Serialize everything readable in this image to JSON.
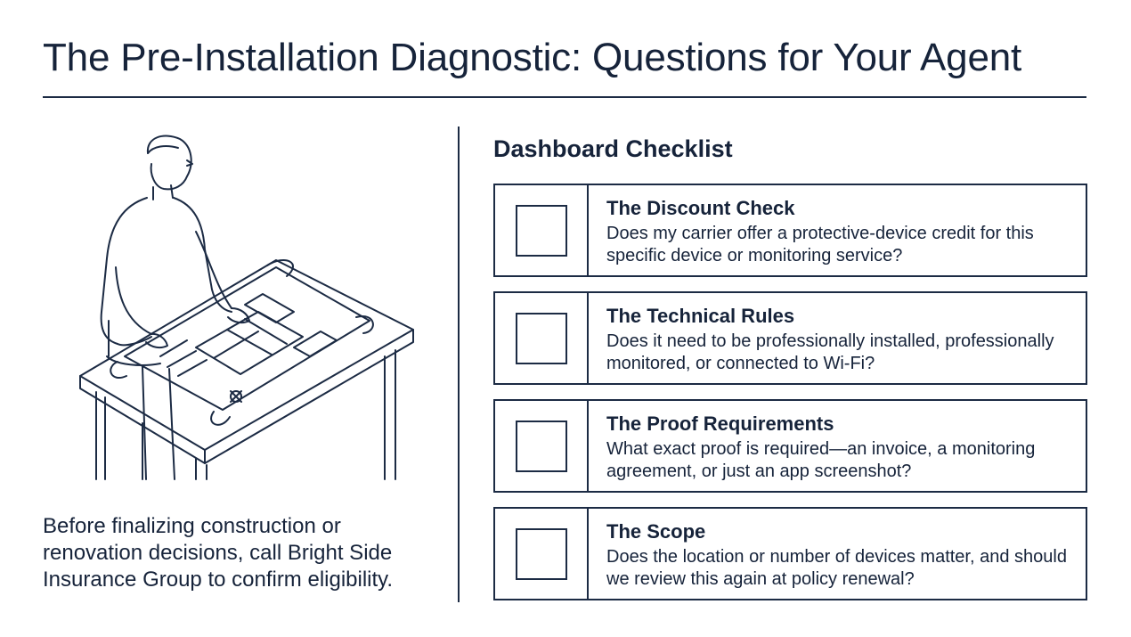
{
  "header": {
    "title": "The Pre-Installation Diagnostic: Questions for Your Agent"
  },
  "left": {
    "illustration_icon": "person-reviewing-blueprint-icon",
    "footnote": "Before finalizing construction or renovation decisions, call Bright Side Insurance Group to confirm eligibility."
  },
  "checklist": {
    "title": "Dashboard Checklist",
    "items": [
      {
        "title": "The Discount Check",
        "description": "Does my carrier offer a protective-device credit for this specific device or monitoring service?"
      },
      {
        "title": "The Technical Rules",
        "description": "Does it need to be professionally installed, professionally monitored, or connected to Wi-Fi?"
      },
      {
        "title": "The Proof Requirements",
        "description": "What exact proof is required—an invoice, a monitoring agreement, or just an app screenshot?"
      },
      {
        "title": "The Scope",
        "description": "Does the location or number of devices matter, and should we review this again at policy renewal?"
      }
    ]
  },
  "colors": {
    "ink": "#16233a",
    "background": "#ffffff"
  }
}
